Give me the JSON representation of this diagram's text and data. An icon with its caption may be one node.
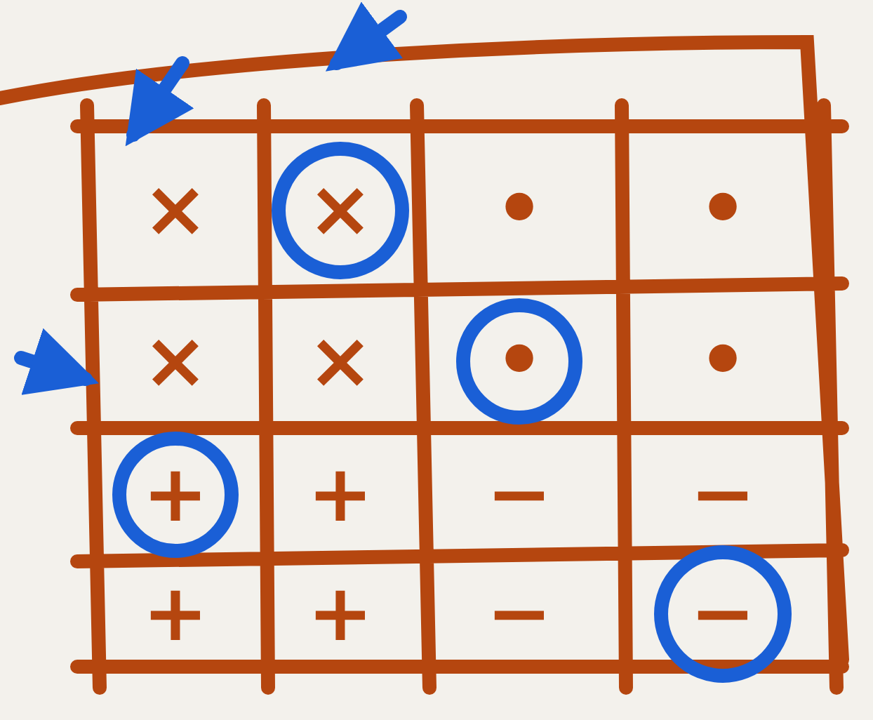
{
  "diagram": {
    "nodes": [
      {
        "text": [
          "×"
        ]
      },
      {
        "text": [
          "×"
        ]
      },
      {
        "text": [
          "•"
        ]
      },
      {
        "text": [
          "•"
        ]
      },
      {
        "text": [
          "×"
        ]
      },
      {
        "text": [
          "×"
        ]
      },
      {
        "text": [
          "•"
        ]
      },
      {
        "text": [
          "•"
        ]
      },
      {
        "text": [
          "+"
        ]
      },
      {
        "text": [
          "+"
        ]
      },
      {
        "text": [
          "−"
        ]
      },
      {
        "text": [
          "−"
        ]
      },
      {
        "text": [
          "+"
        ]
      },
      {
        "text": [
          "+"
        ]
      },
      {
        "text": [
          "−"
        ]
      },
      {
        "text": [
          "−"
        ]
      }
    ],
    "edges": [
      {
        "from": null,
        "to": 0,
        "arrow": "to"
      },
      {
        "from": null,
        "to": 1,
        "arrow": "to"
      },
      {
        "from": null,
        "to": 4,
        "arrow": "to"
      }
    ]
  }
}
